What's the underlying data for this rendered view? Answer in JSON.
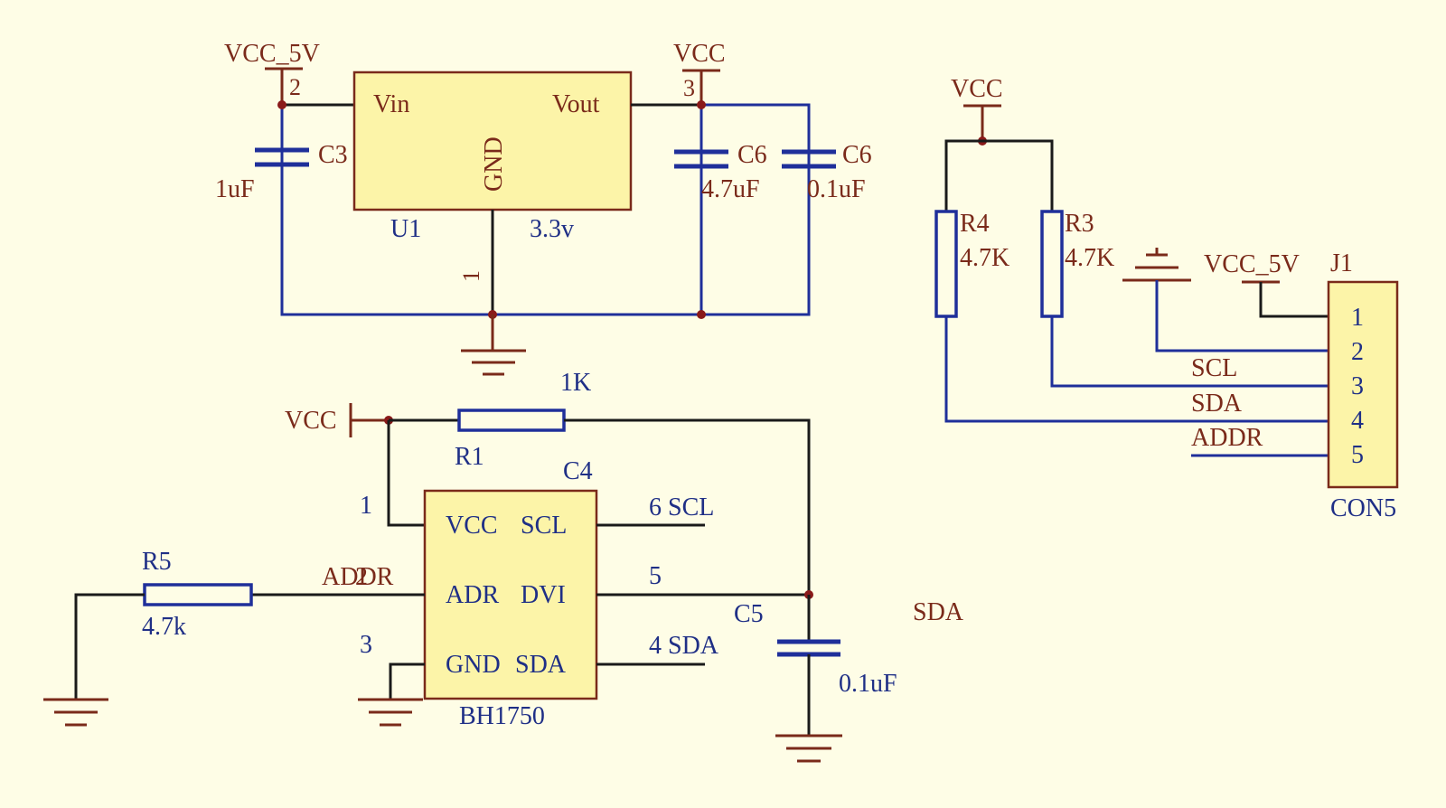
{
  "regulator": {
    "net_in": "VCC_5V",
    "net_out": "VCC",
    "pin_vin": "Vin",
    "pin_vout": "Vout",
    "pin_gnd": "GND",
    "ref": "U1",
    "value": "3.3v",
    "pin_in_num": "2",
    "pin_out_num": "3",
    "pin_gnd_num": "1"
  },
  "caps": {
    "c3_ref": "C3",
    "c3_val": "1uF",
    "c6a_ref": "C6",
    "c6a_val": "4.7uF",
    "c6b_ref": "C6",
    "c6b_val": "0.1uF",
    "c5_ref": "C5",
    "c5_val": "0.1uF"
  },
  "pullups": {
    "net": "VCC",
    "r4_ref": "R4",
    "r4_val": "4.7K",
    "r3_ref": "R3",
    "r3_val": "4.7K"
  },
  "connector": {
    "ref": "J1",
    "type": "CON5",
    "net": "VCC_5V",
    "pins": [
      "1",
      "2",
      "3",
      "4",
      "5"
    ],
    "scl": "SCL",
    "sda": "SDA",
    "addr": "ADDR"
  },
  "sensor": {
    "ref": "C4",
    "part": "BH1750",
    "pin_vcc": "VCC",
    "pin_scl": "SCL",
    "pin_adr": "ADR",
    "pin_dvi": "DVI",
    "pin_gnd": "GND",
    "pin_sda": "SDA",
    "pin1": "1",
    "pin3": "3",
    "pin5": "5",
    "scl_net": "6 SCL",
    "sda_net": "4 SDA",
    "addr_net": "ADDR",
    "addr_overlap": "2"
  },
  "r1": {
    "net": "VCC",
    "ref": "R1",
    "val": "1K"
  },
  "r5": {
    "ref": "R5",
    "val": "4.7k"
  },
  "floating_label": "SDA",
  "colors": {
    "background": "#fefde6",
    "wire": "#1f2f9a",
    "label": "#7a2a1a",
    "chip_fill": "#fcf4a8",
    "junction": "#8a1a1a"
  }
}
